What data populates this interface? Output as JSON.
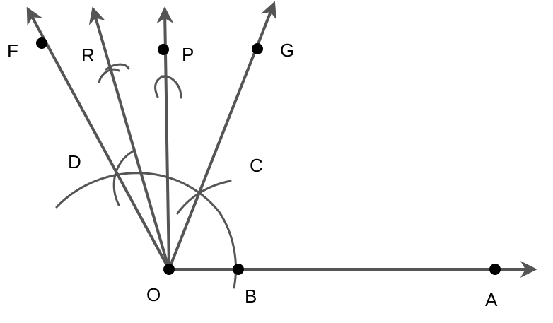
{
  "diagram": {
    "labels": {
      "F": "F",
      "R": "R",
      "P": "P",
      "G": "G",
      "D": "D",
      "C": "C",
      "O": "O",
      "B": "B",
      "A": "A"
    }
  }
}
